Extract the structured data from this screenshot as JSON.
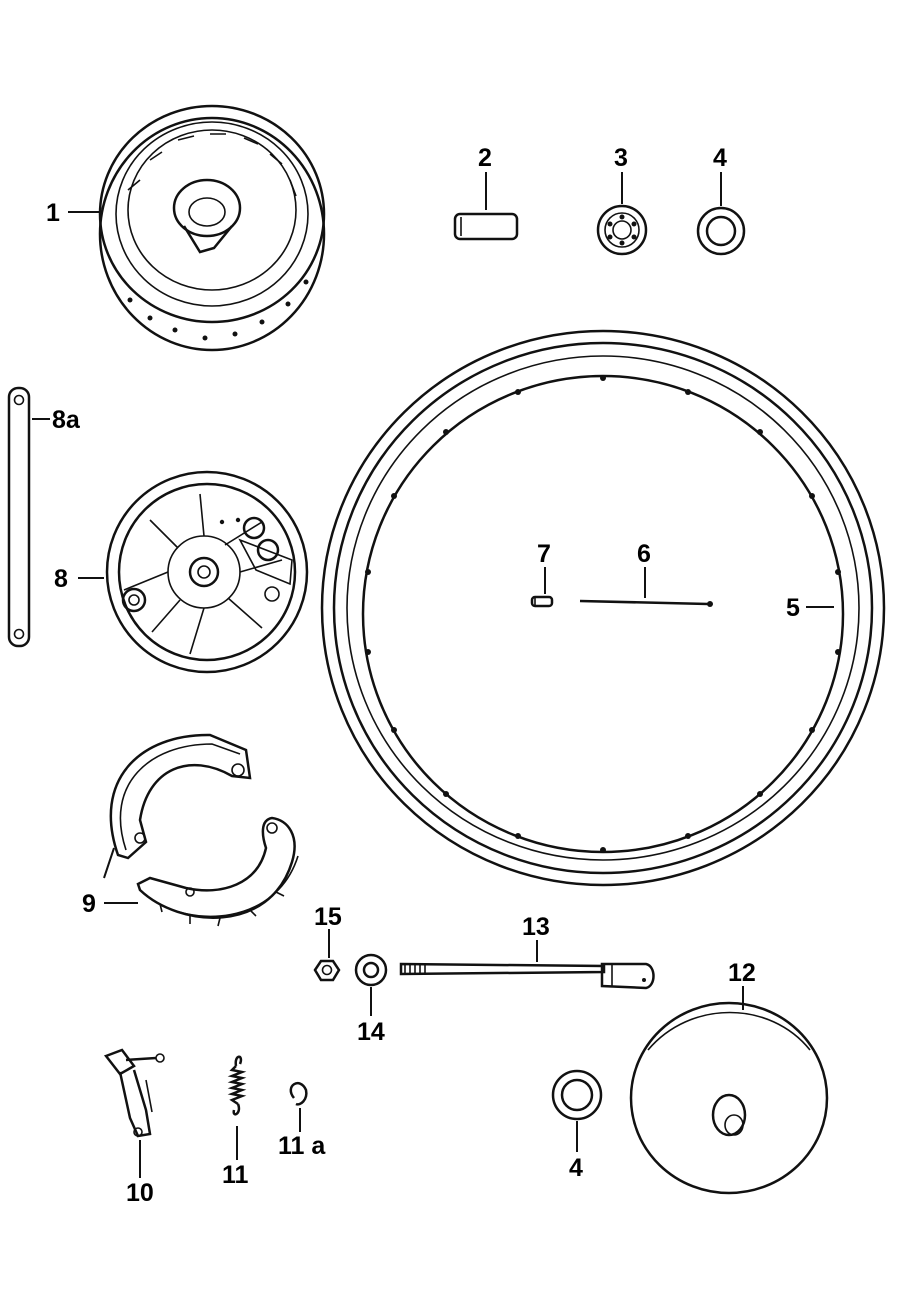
{
  "callouts": {
    "c1": "1",
    "c2": "2",
    "c3": "3",
    "c4_top": "4",
    "c4_bottom": "4",
    "c5": "5",
    "c6": "6",
    "c7": "7",
    "c8": "8",
    "c8a": "8a",
    "c9": "9",
    "c10": "10",
    "c11": "11",
    "c11a": "11 a",
    "c12": "12",
    "c13": "13",
    "c14": "14",
    "c15": "15"
  }
}
